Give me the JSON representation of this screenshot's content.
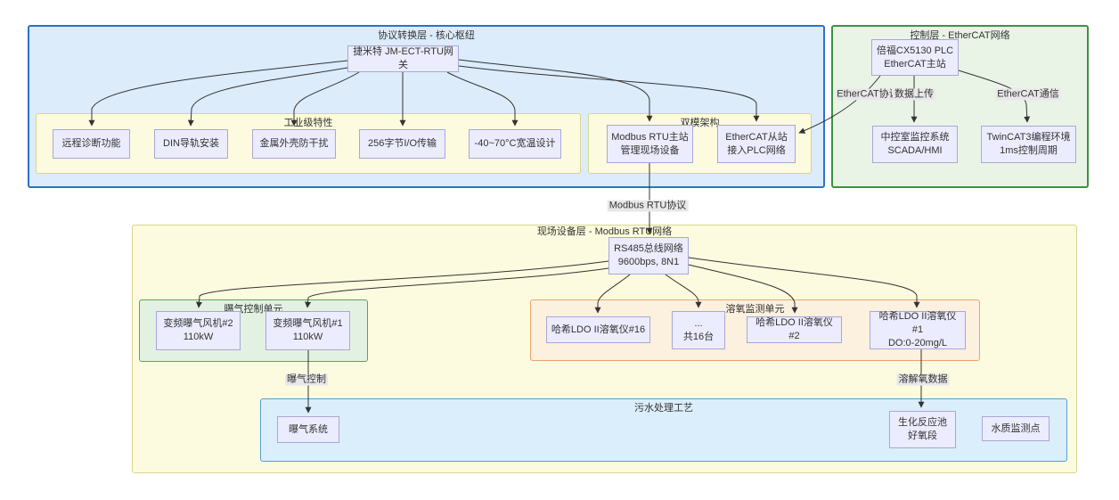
{
  "diagram": {
    "groups": {
      "protocol_layer": {
        "title": "协议转换层 - 核心枢纽"
      },
      "industrial_features": {
        "title": "工业级特性"
      },
      "dual_mode": {
        "title": "双模架构"
      },
      "control_layer": {
        "title": "控制层 - EtherCAT网络"
      },
      "field_layer": {
        "title": "现场设备层 - Modbus RTU网络"
      },
      "aeration_unit": {
        "title": "曝气控制单元"
      },
      "do_unit": {
        "title": "溶氧监测单元"
      },
      "process": {
        "title": "污水处理工艺"
      }
    },
    "nodes": {
      "gateway": {
        "line1": "捷米特 JM-ECT-RTU网关"
      },
      "remote_diag": {
        "line1": "远程诊断功能"
      },
      "din_rail": {
        "line1": "DIN导轨安装"
      },
      "metal_case": {
        "line1": "金属外壳防干扰"
      },
      "io256": {
        "line1": "256字节I/O传输"
      },
      "wide_temp": {
        "line1": "-40~70°C宽温设计"
      },
      "modbus_master": {
        "line1": "Modbus RTU主站",
        "line2": "管理现场设备"
      },
      "ethercat_slave": {
        "line1": "EtherCAT从站",
        "line2": "接入PLC网络"
      },
      "plc": {
        "line1": "倍福CX5130 PLC",
        "line2": "EtherCAT主站"
      },
      "scada": {
        "line1": "中控室监控系统",
        "line2": "SCADA/HMI"
      },
      "twincat": {
        "line1": "TwinCAT3编程环境",
        "line2": "1ms控制周期"
      },
      "rs485": {
        "line1": "RS485总线网络",
        "line2": "9600bps, 8N1"
      },
      "fan2": {
        "line1": "变频曝气风机#2",
        "line2": "110kW"
      },
      "fan1": {
        "line1": "变频曝气风机#1",
        "line2": "110kW"
      },
      "do16": {
        "line1": "哈希LDO II溶氧仪#16"
      },
      "do_more": {
        "line1": "...",
        "line2": "共16台"
      },
      "do2": {
        "line1": "哈希LDO II溶氧仪#2"
      },
      "do1": {
        "line1": "哈希LDO II溶氧仪#1",
        "line2": "DO:0-20mg/L"
      },
      "aeration_sys": {
        "line1": "曝气系统"
      },
      "bio_tank": {
        "line1": "生化反应池",
        "line2": "好氧段"
      },
      "water_monitor": {
        "line1": "水质监测点"
      }
    },
    "edge_labels": {
      "ethercat_protocol": "EtherCAT协议",
      "data_upload": "数据上传",
      "ethercat_comm": "EtherCAT通信",
      "modbus_rtu": "Modbus RTU协议",
      "aeration_ctrl": "曝气控制",
      "do_data": "溶解氧数据"
    },
    "colors": {
      "protocol_fill": "#dcecfb",
      "protocol_border": "#2b72c8",
      "control_fill": "#e9f4e7",
      "control_border": "#3f9142",
      "yellow_fill": "#fcfbdf",
      "yellow_border": "#d6d68e",
      "aeration_fill": "#e3f1e3",
      "aeration_border": "#5ba35b",
      "do_fill": "#fcf0de",
      "do_border": "#eaa569",
      "process_fill": "#daeefb",
      "process_border": "#55a0d2",
      "node_fill": "#ececff",
      "node_border": "#a8a8d5",
      "edge_line": "#333333",
      "edge_label_bg": "#e8e8e8"
    }
  }
}
